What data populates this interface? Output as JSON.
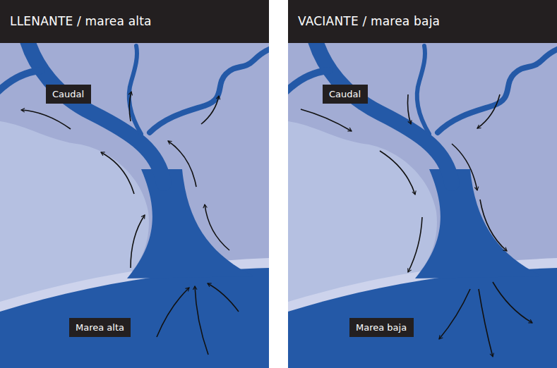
{
  "diagram": {
    "nodes": [
      {
        "text": [
          "LLENANTE / marea alta"
        ]
      },
      {
        "text": [
          "Caudal"
        ]
      },
      {
        "text": [
          "Marea alta"
        ]
      },
      {
        "text": [
          "VACIANTE / marea baja"
        ]
      },
      {
        "text": [
          "Caudal"
        ]
      },
      {
        "text": [
          "Marea baja"
        ]
      }
    ]
  }
}
